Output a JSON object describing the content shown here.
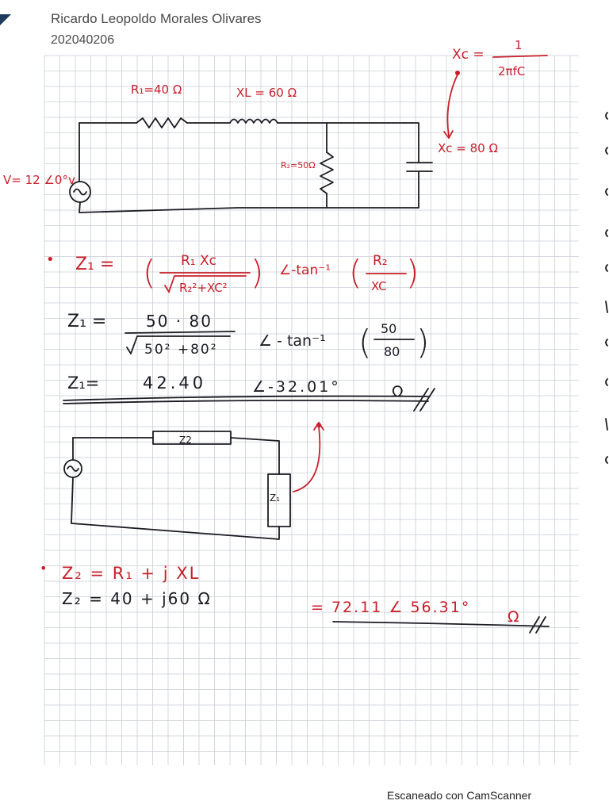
{
  "header": {
    "author": "Ricardo Leopoldo Morales Olivares",
    "student_id": "202040206"
  },
  "footer": {
    "scanner": "Escaneado con CamScanner"
  },
  "circuit1": {
    "r1": "R₁=40 Ω",
    "xl": "XL = 60 Ω",
    "r2": "R₂=50Ω",
    "xc": "Xc = 80 Ω",
    "source": "V= 12 ∠0°v",
    "xc_formula_lhs": "Xc =",
    "xc_formula_num": "1",
    "xc_formula_den": "2πfC"
  },
  "step1": {
    "bullet": "•",
    "lhs": "Z₁ =",
    "num": "R₁ Xc",
    "den": "R₂²+XC²",
    "angle": "∠-tan⁻¹",
    "ratio_num": "R₂",
    "ratio_den": "XC",
    "sub_lhs": "Z₁ =",
    "sub_num": "50 · 80",
    "sub_den": "50² +80²",
    "sub_angle": "∠ - tan⁻¹",
    "sub_ratio_num": "50",
    "sub_ratio_den": "80",
    "result_lhs": "Z₁=",
    "result_mag": "42.40",
    "result_angle": "∠-32.01°",
    "result_unit": "Ω"
  },
  "circuit2": {
    "z2": "Z2",
    "z1": "Z₁"
  },
  "step2": {
    "bullet": "•",
    "line1": "Z₂ =  R₁ +  j XL",
    "line2": "Z₂  =  40  + j60   Ω",
    "result": "= 72.11 ∠ 56.31°",
    "result_unit": "Ω"
  }
}
